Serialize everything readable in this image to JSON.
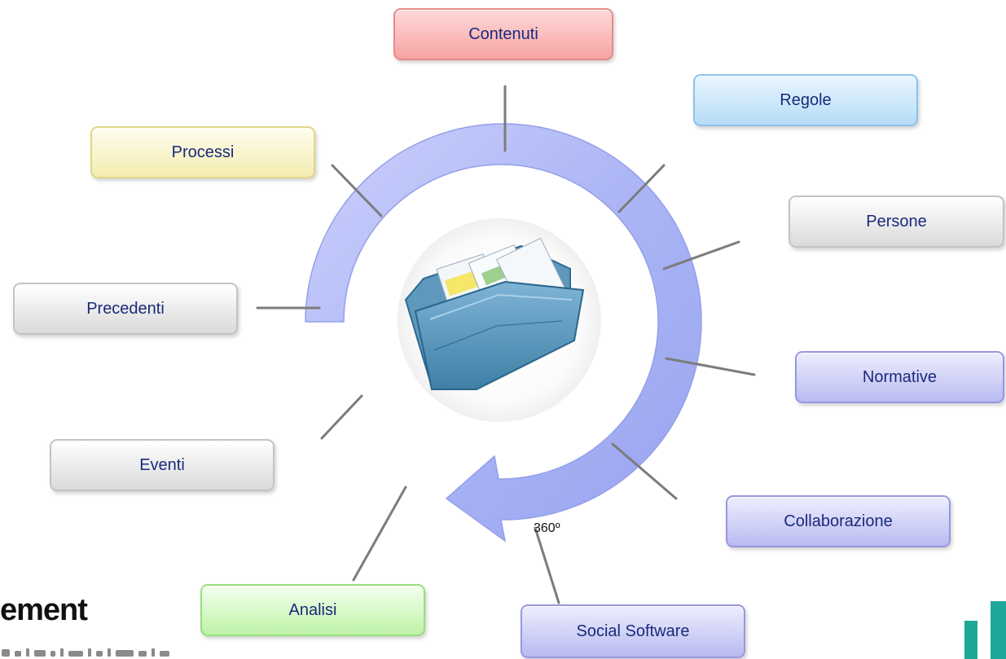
{
  "diagram": {
    "center_icon": "folder-icon",
    "cycle_label": "360º",
    "nodes": {
      "contenuti": "Contenuti",
      "regole": "Regole",
      "processi": "Processi",
      "persone": "Persone",
      "precedenti": "Precedenti",
      "normative": "Normative",
      "eventi": "Eventi",
      "collaborazione": "Collaborazione",
      "analisi": "Analisi",
      "social_software": "Social Software"
    },
    "colors": {
      "arrow": "#aab4f6",
      "connector": "#7c7c7c",
      "node_text": "#1a2a7a"
    }
  },
  "footer": {
    "logo_text": "ement",
    "logo_icon": "brand-bars-icon"
  }
}
